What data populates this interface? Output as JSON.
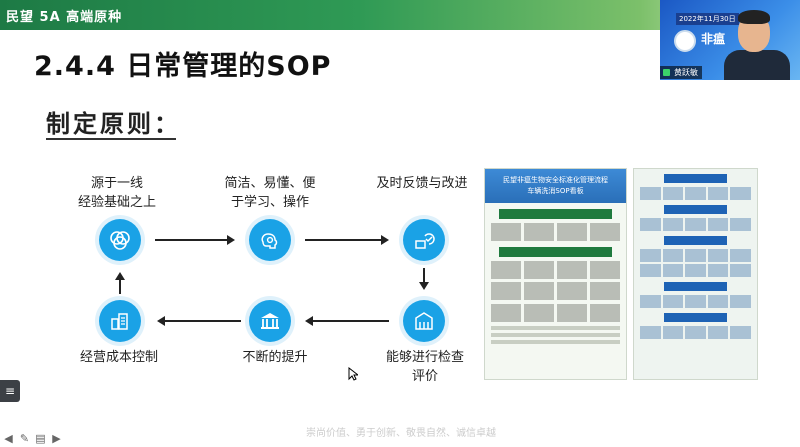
{
  "header": {
    "brand": "民望 5A 高端原种"
  },
  "slide": {
    "title": "2.4.4 日常管理的SOP",
    "subtitle": "制定原则："
  },
  "flow": {
    "nodes": [
      {
        "label_line1": "源于一线",
        "label_line2": "经验基础之上",
        "icon": "overlap-circles-icon"
      },
      {
        "label_line1": "简洁、易懂、便",
        "label_line2": "于学习、操作",
        "icon": "brain-gear-icon"
      },
      {
        "label_line1": "及时反馈与改进",
        "label_line2": "",
        "icon": "feedback-check-icon"
      },
      {
        "label_line1": "能够进行检查",
        "label_line2": "评价",
        "icon": "inspection-building-icon"
      },
      {
        "label_line1": "不断的提升",
        "label_line2": "",
        "icon": "institution-icon"
      },
      {
        "label_line1": "经营成本控制",
        "label_line2": "",
        "icon": "city-cost-icon"
      }
    ]
  },
  "poster": {
    "head_line1": "民望非瘟生物安全标准化管理流程",
    "head_line2": "车辆洗消SOP看板"
  },
  "video": {
    "date": "2022年11月30日",
    "big_text": "非瘟",
    "speaker_name": "黄跃敏"
  },
  "footer": {
    "motto": "崇尚价值、勇于创新、敬畏自然、诚信卓越"
  },
  "colors": {
    "accent_blue": "#1aa2e6",
    "brand_green": "#1d7a45"
  }
}
